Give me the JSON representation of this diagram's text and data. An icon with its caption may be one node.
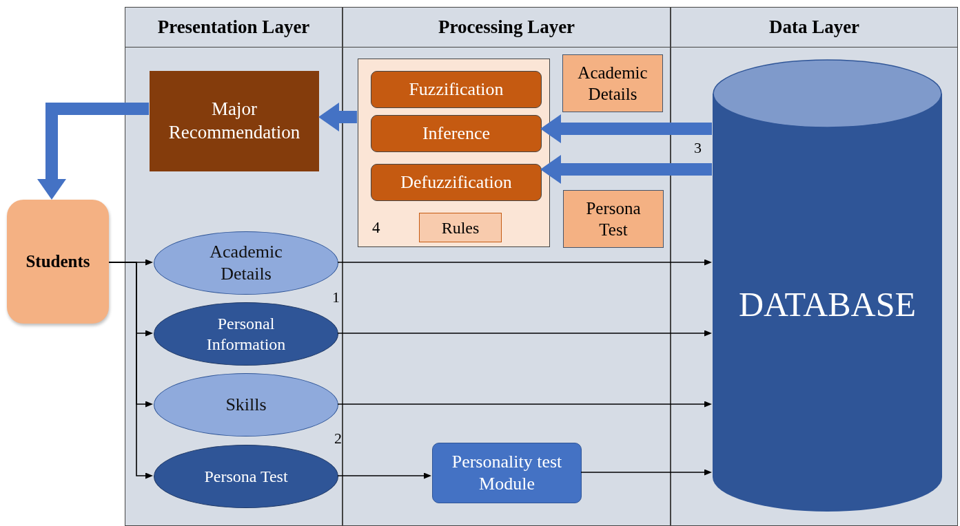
{
  "diagram": {
    "nodes": [
      {
        "text": [
          "Presentation Layer"
        ]
      },
      {
        "text": [
          "Processing Layer"
        ]
      },
      {
        "text": [
          "Data Layer"
        ]
      },
      {
        "text": [
          "Major Recommendation"
        ],
        "in": 0
      },
      {
        "text": [
          "Students"
        ]
      },
      {
        "text": [
          "4"
        ],
        "in": 1
      },
      {
        "text": [
          "Fuzzification"
        ],
        "in": 5
      },
      {
        "text": [
          "Inference"
        ],
        "in": 5
      },
      {
        "text": [
          "Defuzzification"
        ],
        "in": 5
      },
      {
        "text": [
          "Rules"
        ],
        "in": 5
      },
      {
        "text": [
          "Academic Details"
        ],
        "in": 1
      },
      {
        "text": [
          "Persona Test"
        ],
        "in": 1
      },
      {
        "text": [
          "DATABASE"
        ],
        "in": 2
      },
      {
        "text": [
          "Academic Details"
        ],
        "in": 0
      },
      {
        "text": [
          "Personal Information"
        ],
        "in": 0,
        "beside": [
          "1"
        ]
      },
      {
        "text": [
          "Skills"
        ],
        "in": 0
      },
      {
        "text": [
          "Persona Test"
        ],
        "in": 0,
        "beside": [
          "2"
        ]
      },
      {
        "text": [
          "Personality test Module"
        ],
        "in": 1
      }
    ],
    "edges": [
      {
        "from": 5,
        "to": 3,
        "arrow": "to",
        "style": "thick",
        "color": "#4472c4"
      },
      {
        "from": 3,
        "to": 4,
        "arrow": "to",
        "style": "thick",
        "color": "#4472c4"
      },
      {
        "from": 12,
        "to": 7,
        "arrow": "to",
        "style": "thick",
        "color": "#4472c4"
      },
      {
        "from": 12,
        "to": 8,
        "arrow": "to",
        "style": "thick",
        "color": "#4472c4"
      },
      {
        "from": 4,
        "to": 13,
        "arrow": "to"
      },
      {
        "from": 4,
        "to": 14,
        "arrow": "to"
      },
      {
        "from": 4,
        "to": 15,
        "arrow": "to"
      },
      {
        "from": 4,
        "to": 16,
        "arrow": "to"
      },
      {
        "from": 13,
        "to": 12,
        "arrow": "to"
      },
      {
        "from": 14,
        "to": 12,
        "arrow": "to"
      },
      {
        "from": 15,
        "to": 12,
        "arrow": "to"
      },
      {
        "from": 16,
        "to": 17,
        "arrow": "to"
      },
      {
        "from": 17,
        "to": 12,
        "arrow": "to"
      }
    ],
    "labels": [
      "3"
    ]
  }
}
